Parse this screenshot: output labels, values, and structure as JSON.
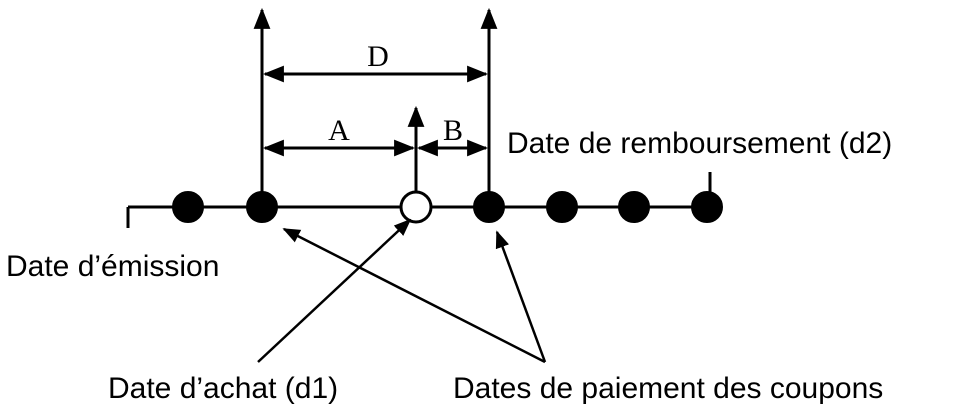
{
  "labels": {
    "d": "D",
    "a": "A",
    "b": "B",
    "redemption": "Date de remboursement (d2)",
    "issue": "Date d’émission",
    "purchase": "Date d’achat (d1)",
    "coupons": "Dates de paiement des coupons"
  },
  "colors": {
    "line": "#000000",
    "marker": "#000000",
    "purchase_marker_fill": "#ffffff"
  }
}
